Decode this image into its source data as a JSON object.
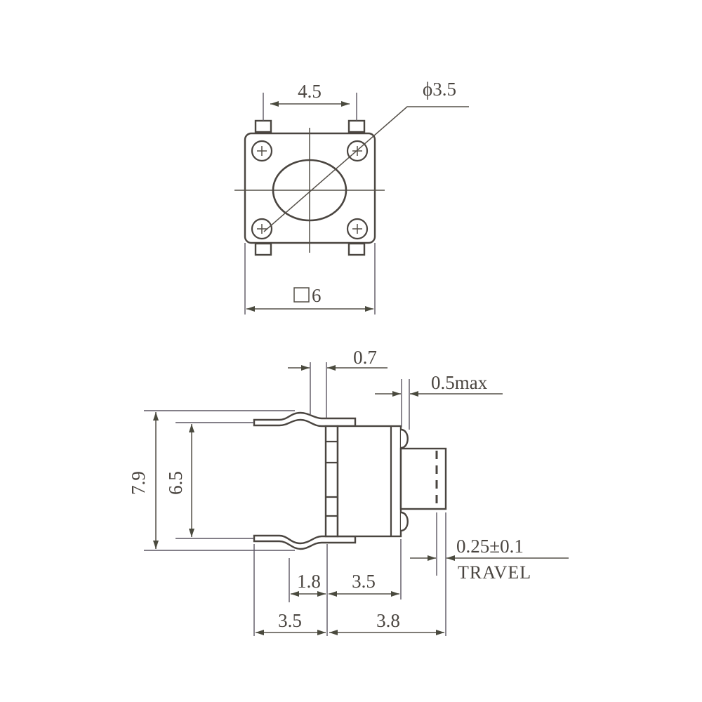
{
  "diagram": {
    "subject": "Tactile switch mechanical dimension drawing",
    "units": "mm",
    "line_color": "#4a4540",
    "background": "#ffffff"
  },
  "top_view": {
    "dim_pin_pitch": "4.5",
    "dim_actuator_diameter": "ϕ3.5",
    "dim_body_square_symbol": "□",
    "dim_body_square_value": "6"
  },
  "side_view": {
    "dim_lead_thickness": "0.7",
    "dim_cap_gap": "0.5max",
    "dim_overall_height": "7.9",
    "dim_lead_span": "6.5",
    "dim_travel_value": "0.25±0.1",
    "dim_travel_label": "TRAVEL",
    "dim_lead_offset": "1.8",
    "dim_body_depth": "3.5",
    "dim_lead_length": "3.5",
    "dim_actuator_height": "3.8"
  }
}
